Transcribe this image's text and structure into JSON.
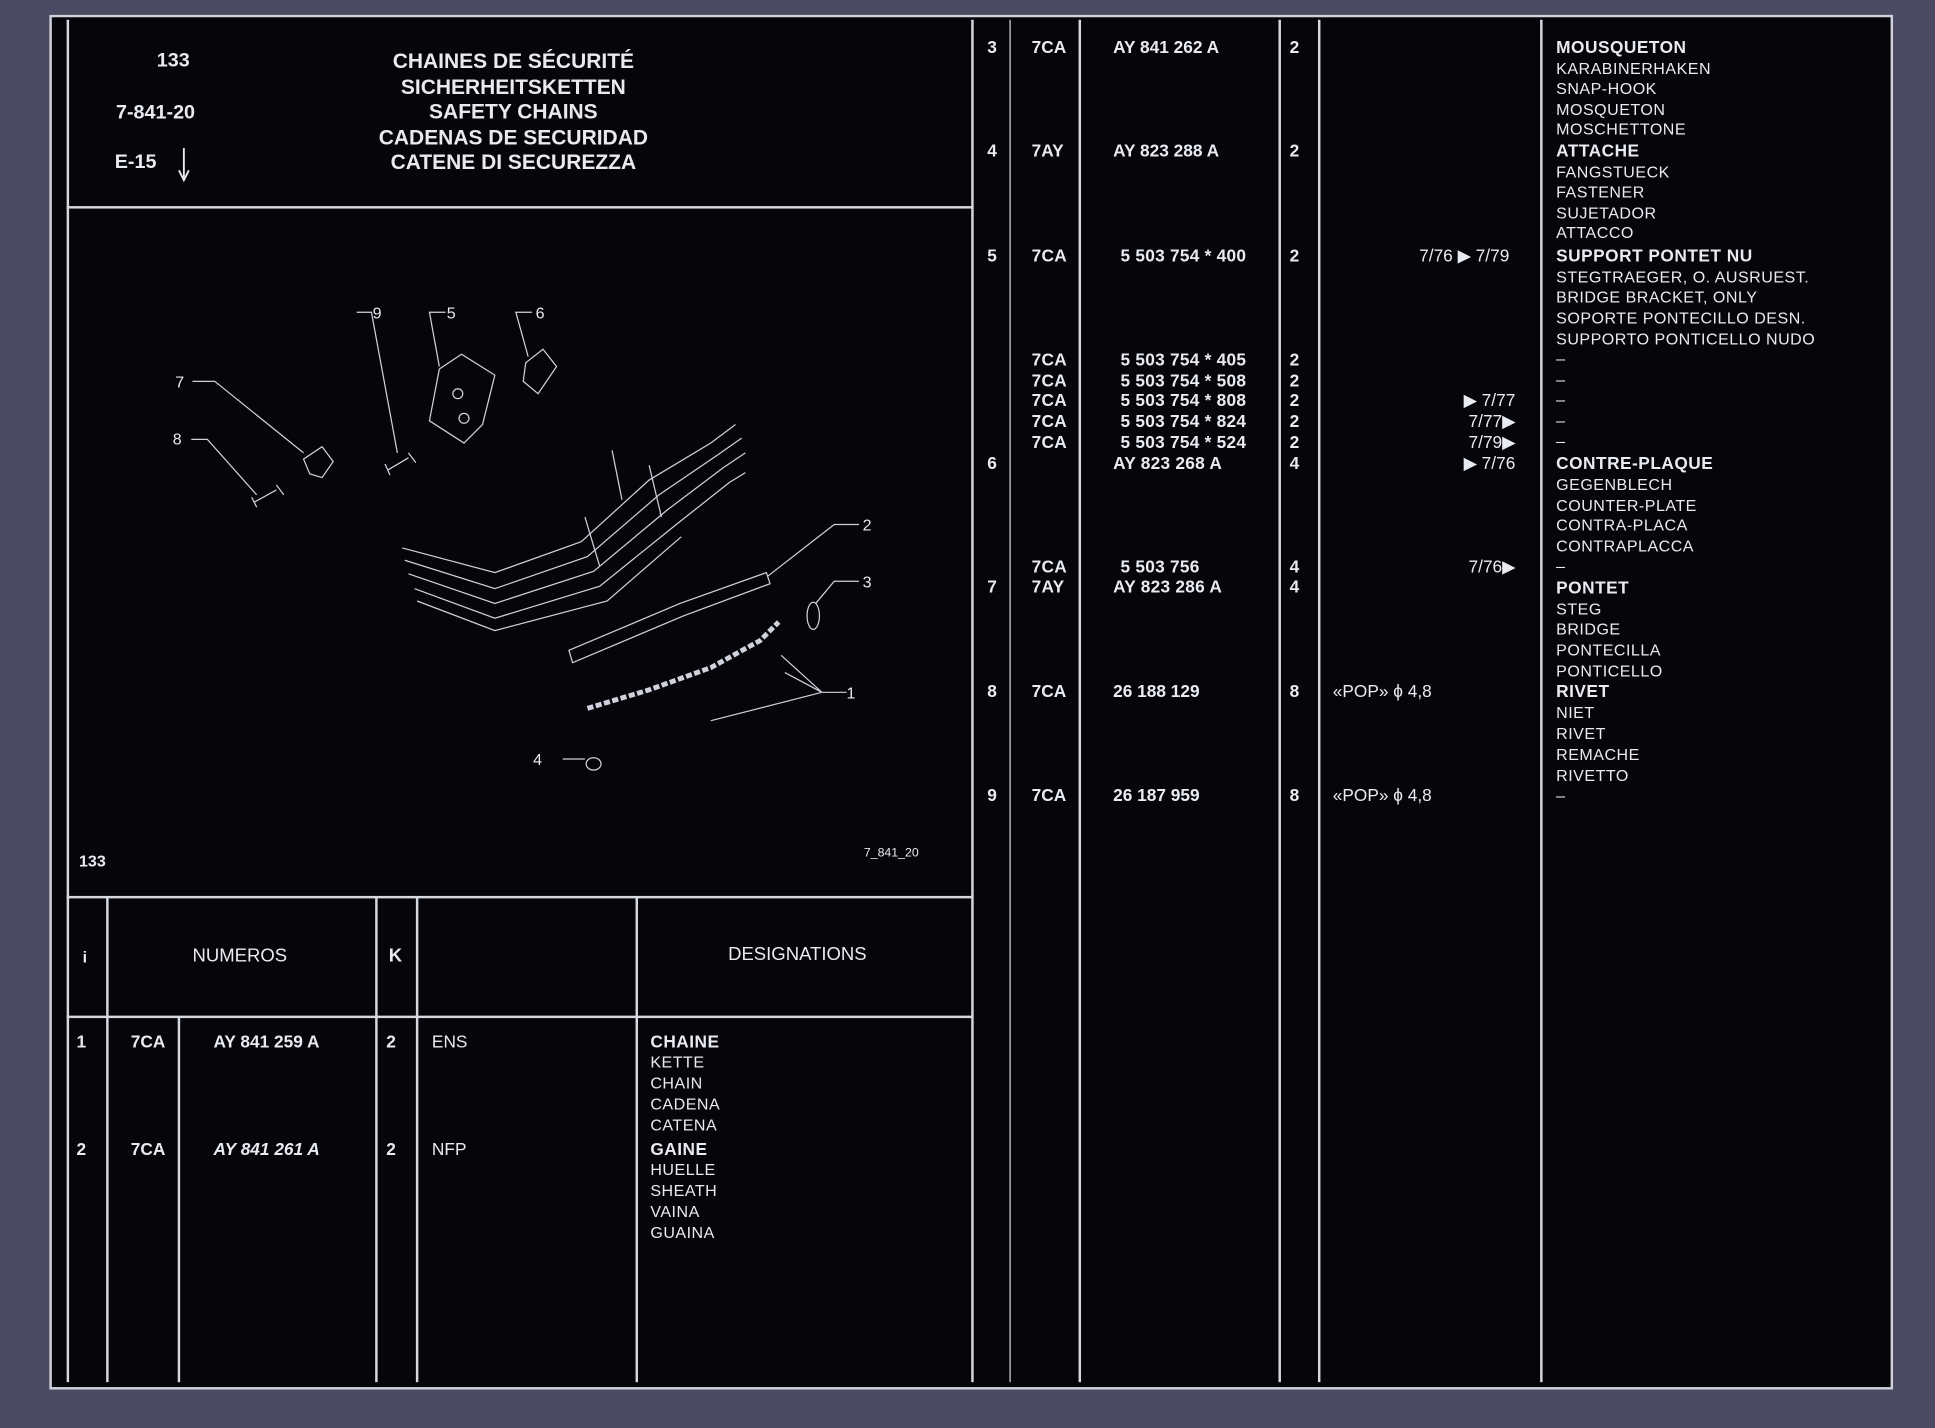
{
  "header": {
    "page_number": "133",
    "reference": "7-841-20",
    "section": "E-15",
    "titles": [
      "CHAINES DE SÉCURITÉ",
      "SICHERHEITSKETTEN",
      "SAFETY CHAINS",
      "CADENAS DE SECURIDAD",
      "CATENE DI SECUREZZA"
    ]
  },
  "diagram": {
    "corner_number": "133",
    "drawing_ref": "7_841_20",
    "callouts": [
      "1",
      "2",
      "3",
      "4",
      "5",
      "6",
      "7",
      "8",
      "9"
    ]
  },
  "table_header": {
    "index": "i",
    "numeros": "NUMEROS",
    "k": "K",
    "designations": "DESIGNATIONS"
  },
  "parts_left": [
    {
      "item": "1",
      "code": "7CA",
      "number": "AY 841 259 A",
      "qty": "2",
      "note": "ENS",
      "names": [
        "CHAINE",
        "KETTE",
        "CHAIN",
        "CADENA",
        "CATENA"
      ]
    },
    {
      "item": "2",
      "code": "7CA",
      "number": "AY 841 261 A",
      "qty": "2",
      "note": "NFP",
      "names": [
        "GAINE",
        "HUELLE",
        "SHEATH",
        "VAINA",
        "GUAINA"
      ]
    }
  ],
  "parts_right": [
    {
      "item": "3",
      "codes": [
        "7CA"
      ],
      "numbers": [
        "AY 841 262 A"
      ],
      "qtys": [
        "2"
      ],
      "note": "",
      "dates": [
        ""
      ],
      "names": [
        "MOUSQUETON",
        "KARABINERHAKEN",
        "SNAP-HOOK",
        "MOSQUETON",
        "MOSCHETTONE"
      ]
    },
    {
      "item": "4",
      "codes": [
        "7AY"
      ],
      "numbers": [
        "AY 823 288 A"
      ],
      "qtys": [
        "2"
      ],
      "note": "",
      "dates": [
        ""
      ],
      "names": [
        "ATTACHE",
        "FANGSTUECK",
        "FASTENER",
        "SUJETADOR",
        "ATTACCO"
      ]
    },
    {
      "item": "5",
      "codes": [
        "7CA",
        "7CA",
        "7CA",
        "7CA",
        "7CA",
        "7CA"
      ],
      "numbers": [
        "5 503 754 * 400",
        "5 503 754 * 405",
        "5 503 754 * 508",
        "5 503 754 * 808",
        "5 503 754 * 824",
        "5 503 754 * 524"
      ],
      "qtys": [
        "2",
        "2",
        "2",
        "2",
        "2",
        "2"
      ],
      "note": "",
      "dates": [
        "7/76 ▶ 7/79",
        "",
        "",
        "▶ 7/77",
        "7/77▶",
        "7/79▶"
      ],
      "names": [
        "SUPPORT PONTET NU",
        "STEGTRAEGER, O. AUSRUEST.",
        "BRIDGE BRACKET, ONLY",
        "SOPORTE PONTECILLO DESN.",
        "SUPPORTO PONTICELLO NUDO",
        "–",
        "–",
        "–",
        "–",
        "–"
      ]
    },
    {
      "item": "6",
      "codes": [
        ""
      ],
      "numbers": [
        "AY 823 268 A"
      ],
      "qtys": [
        "4"
      ],
      "note": "",
      "dates": [
        "▶ 7/76"
      ],
      "names": [
        "CONTRE-PLAQUE",
        "GEGENBLECH",
        "COUNTER-PLATE",
        "CONTRA-PLACA",
        "CONTRAPLACCA",
        "–"
      ]
    },
    {
      "item": "7",
      "codes": [
        "7CA",
        "7AY"
      ],
      "numbers": [
        "5 503 756",
        "AY 823 286 A"
      ],
      "qtys": [
        "4",
        "4"
      ],
      "note": "",
      "dates": [
        "7/76▶",
        ""
      ],
      "names": [
        "PONTET",
        "STEG",
        "BRIDGE",
        "PONTECILLA",
        "PONTICELLO"
      ]
    },
    {
      "item": "8",
      "codes": [
        "7CA"
      ],
      "numbers": [
        "26 188 129"
      ],
      "qtys": [
        "8"
      ],
      "note": "«POP» ϕ 4,8",
      "dates": [
        ""
      ],
      "names": [
        "RIVET",
        "NIET",
        "RIVET",
        "REMACHE",
        "RIVETTO"
      ]
    },
    {
      "item": "9",
      "codes": [
        "7CA"
      ],
      "numbers": [
        "26 187 959"
      ],
      "qtys": [
        "8"
      ],
      "note": "«POP» ϕ 4,8",
      "dates": [
        ""
      ],
      "names": [
        "–"
      ]
    }
  ],
  "colors": {
    "background": "#05050a",
    "ink": "#e9ebf2",
    "border": "#4d4a63"
  }
}
